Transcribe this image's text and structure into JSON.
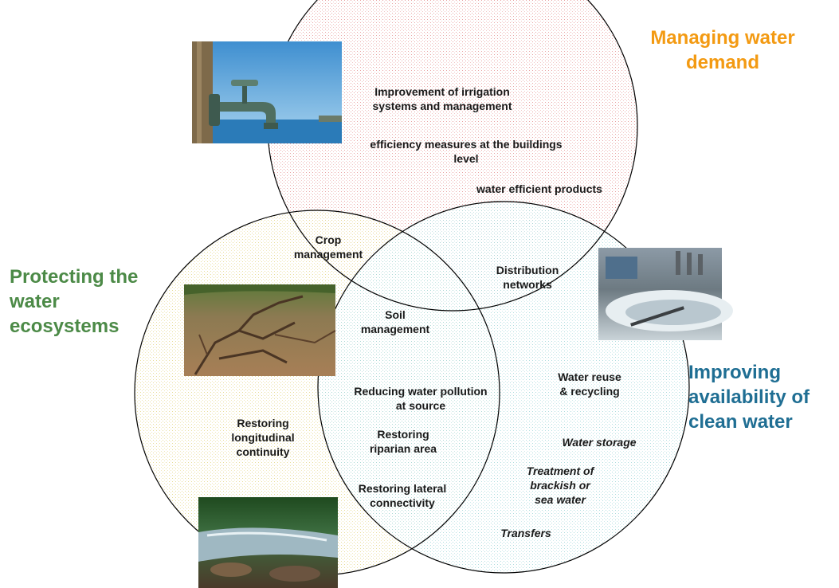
{
  "headings": {
    "demand": {
      "lines": [
        "Managing water",
        "demand"
      ],
      "color": "#f39a12"
    },
    "ecosystems": {
      "lines": [
        "Protecting the",
        "water",
        "ecosystems"
      ],
      "color": "#4c8a47"
    },
    "availability": {
      "lines": [
        "Improving",
        "availability of",
        "clean water"
      ],
      "color": "#1f6e93"
    }
  },
  "measures": {
    "irrigation": [
      "Improvement of irrigation",
      "systems and management"
    ],
    "buildings": [
      "efficiency measures at the buildings",
      "level"
    ],
    "products": [
      "water efficient products"
    ],
    "crop": [
      "Crop",
      "management"
    ],
    "distribution": [
      "Distribution",
      "networks"
    ],
    "soil": [
      "Soil",
      "management"
    ],
    "pollution": [
      "Reducing water pollution",
      "at source"
    ],
    "riparian": [
      "Restoring",
      "riparian area"
    ],
    "lateral": [
      "Restoring lateral",
      "connectivity"
    ],
    "longitudinal": [
      "Restoring",
      "longitudinal",
      "continuity"
    ],
    "reuse": [
      "Water reuse",
      "& recycling"
    ],
    "storage": [
      "Water storage"
    ],
    "treatment": [
      "Treatment of",
      "brackish or",
      "sea water"
    ],
    "transfers": [
      "Transfers"
    ]
  },
  "images": {
    "tap": "water-tap-photo",
    "soil": "cracked-soil-photo",
    "treatment_plant": "water-treatment-plant-photo",
    "river": "river-stream-photo"
  }
}
